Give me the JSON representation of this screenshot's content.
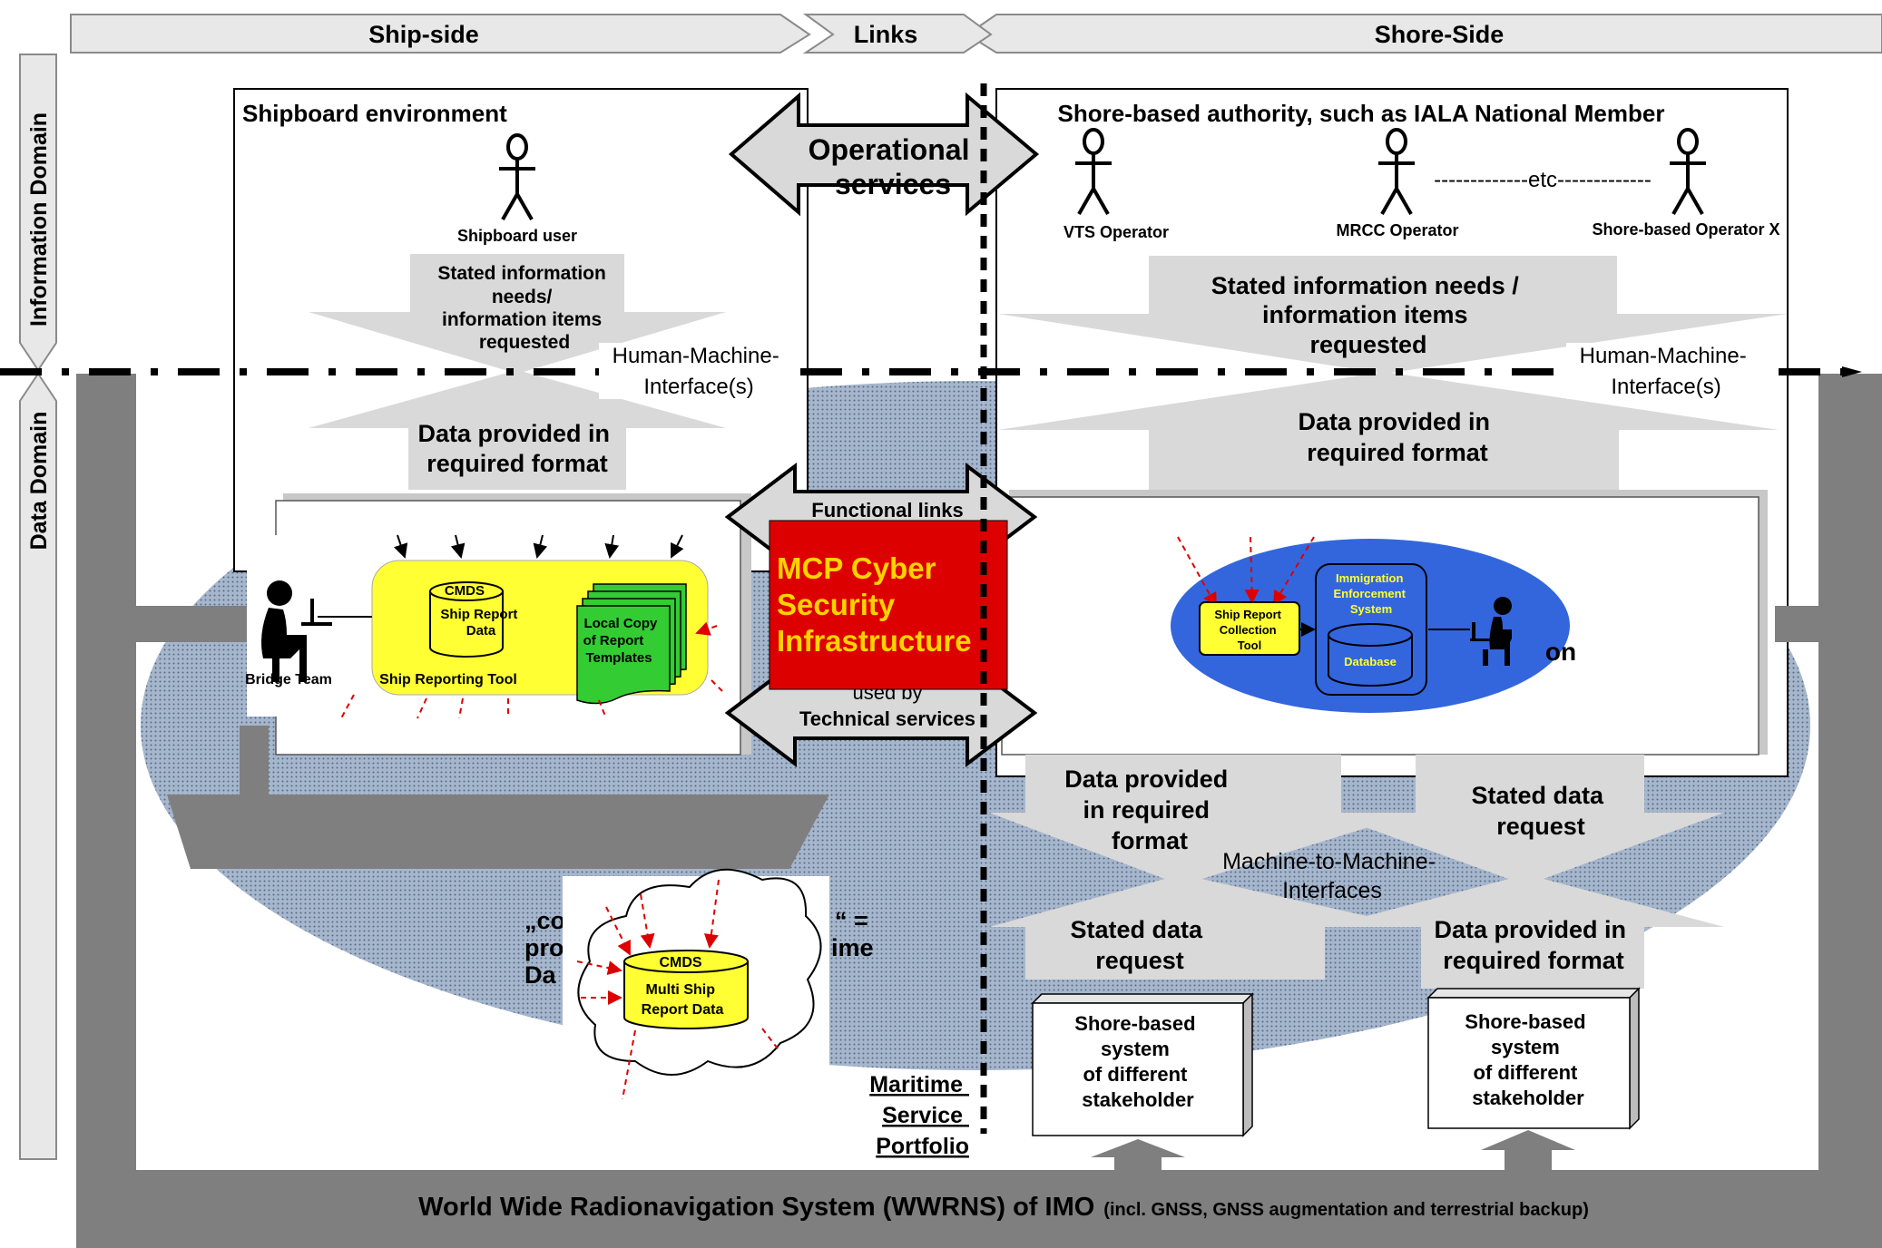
{
  "header": {
    "ship_side": "Ship-side",
    "links": "Links",
    "shore_side": "Shore-Side"
  },
  "side_labels": {
    "information_domain": "Information Domain",
    "data_domain": "Data Domain"
  },
  "shipboard": {
    "title": "Shipboard environment",
    "user": "Shipboard user",
    "needs": [
      "Stated information",
      "needs/",
      "information items",
      "requested"
    ],
    "data_provided": [
      "Data provided in",
      "required format"
    ],
    "hmi": [
      "Human-Machine-",
      "Interface(s)"
    ],
    "bridge_team": "Bridge Team",
    "tool_label": "Ship Reporting Tool",
    "cmds_db": [
      "CMDS",
      "Ship Report",
      "Data"
    ],
    "local_copy": [
      "Local Copy",
      "of Report",
      "Templates"
    ]
  },
  "operational_services": [
    "Operational",
    "services"
  ],
  "functional_links": "Functional links",
  "used_by": "used by",
  "technical_services": "Technical services",
  "mcp": [
    "MCP Cyber",
    "Security",
    "Infrastructure"
  ],
  "shore": {
    "title": "Shore-based authority, such as IALA National Member",
    "operators": [
      "VTS Operator",
      "MRCC Operator",
      "Shore-based Operator X"
    ],
    "etc": "-------------etc-------------",
    "needs": [
      "Stated information needs /",
      "information items",
      "requested"
    ],
    "hmi": [
      "Human-Machine-",
      "Interface(s)"
    ],
    "data_provided": [
      "Data provided in",
      "required format"
    ],
    "collection_tool": [
      "Ship Report",
      "Collection",
      "Tool"
    ],
    "immigration": [
      "Immigration",
      "Enforcement",
      "System"
    ],
    "database": "Database",
    "partial_text": "on"
  },
  "m2m": {
    "left_top": [
      "Data provided",
      "in required",
      "format"
    ],
    "right_top": [
      "Stated data",
      "request"
    ],
    "label": [
      "Machine-to-Machine-",
      "Interfaces"
    ],
    "left_bottom": [
      "Stated data",
      "request"
    ],
    "right_bottom": [
      "Data provided in",
      "required format"
    ]
  },
  "stakeholder_box": [
    "Shore-based",
    "system",
    "of different",
    "stakeholder"
  ],
  "cloud": {
    "cmds": "CMDS",
    "multi": [
      "Multi Ship",
      "Report Data"
    ],
    "partial": [
      "„co",
      "“ =",
      "pro",
      "ime",
      "Da"
    ]
  },
  "portfolio": [
    "Maritime",
    "Service",
    "Portfolio"
  ],
  "wwrns": {
    "main": "World Wide Radionavigation System (WWRNS) of IMO",
    "sub": "(incl. GNSS, GNSS augmentation and terrestrial backup)"
  },
  "colors": {
    "frame": "#7f7f7f",
    "arrow_fill": "#d9d9d9",
    "mcp_red": "#dd0000",
    "mcp_text": "#ffd200",
    "tool_yellow": "#ffff33",
    "template_green": "#33cc33",
    "shore_blue": "#3366dd",
    "ellipse": "#8fa3bf"
  }
}
